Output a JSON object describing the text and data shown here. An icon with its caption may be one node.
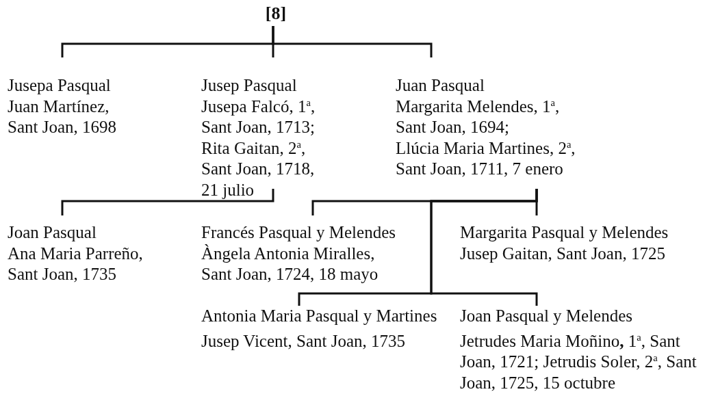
{
  "diagram": {
    "nodes": [
      {
        "text": [
          "[8]"
        ]
      },
      {
        "text": [
          "Jusepa Pasqual",
          "Juan Martínez, Sant Joan, 1698"
        ]
      },
      {
        "text": [
          "Jusep Pasqual",
          "Jusepa Falcó, 1$^{a}$, Sant Joan, 1713; Rita Gaitan, 2$^{a}$, Sant Joan, 1718, 21 julio"
        ]
      },
      {
        "text": [
          "Juan Pasqual",
          "Margarita Melendes, 1$^{a}$, Sant Joan, 1694; Llúcia Maria Martines, 2$^{a}$, Sant Joan, 1711, 7 enero"
        ]
      },
      {
        "text": [
          "Joan Pasqual",
          "Ana Maria Parreño, Sant Joan, 1735"
        ]
      },
      {
        "text": [
          "Francés Pasqual y Melendes",
          "Àngela Antonia Miralles, Sant Joan, 1724, 18 mayo"
        ]
      },
      {
        "text": [
          "Margarita Pasqual y Melendes",
          "Jusep Gaitan, Sant Joan, 1725"
        ]
      },
      {
        "text": [
          "Antonia Maria Pasqual y Martines",
          "Jusep Vicent, Sant Joan, 1735"
        ]
      },
      {
        "text": [
          "Joan Pasqual y Melendes",
          "Jetrudes Maria Moñino**,** 1$^{a}$, Sant Joan, 1721; Jetrudis Soler, 2$^{a}$, Sant Joan, 1725, 15 octubre"
        ]
      }
    ],
    "edges": [
      {
        "from": 0,
        "to": 1,
        "arrow": "none"
      },
      {
        "from": 0,
        "to": 2,
        "arrow": "none"
      },
      {
        "from": 0,
        "to": 3,
        "arrow": "none"
      },
      {
        "from": 2,
        "to": 4,
        "arrow": "none"
      },
      {
        "from": 3,
        "to": 5,
        "arrow": "none"
      },
      {
        "from": 3,
        "to": 6,
        "arrow": "none"
      },
      {
        "from": 3,
        "to": 7,
        "arrow": "none"
      },
      {
        "from": 3,
        "to": 8,
        "arrow": "none"
      }
    ]
  }
}
